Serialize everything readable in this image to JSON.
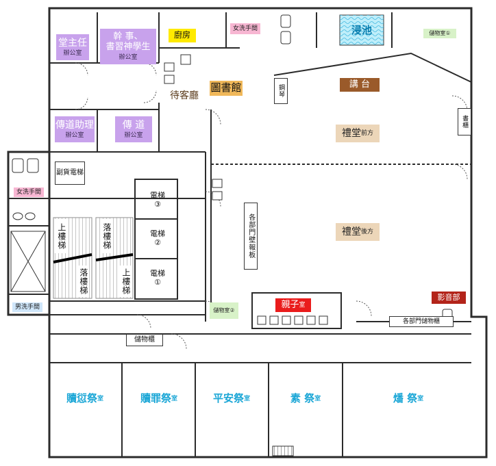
{
  "rooms": {
    "head_pastor_office": {
      "name": "堂主任",
      "sub": "辦公室"
    },
    "staff_office": {
      "name1": "幹 事、",
      "name2": "書習神學生",
      "sub": "辦公室"
    },
    "kitchen": {
      "name": "廚房"
    },
    "womens_restroom_top": {
      "name": "女洗手間"
    },
    "baptism_pool": {
      "name": "浸池"
    },
    "storage_1": {
      "name": "儲物室①"
    },
    "waiting_room": {
      "name": "待客廳"
    },
    "library": {
      "name": "圖書館"
    },
    "piano": {
      "name": "鋼琴"
    },
    "pulpit": {
      "name": "講 台"
    },
    "bookshelf": {
      "name": "書櫃"
    },
    "evangelism_assistant_office": {
      "name": "傳道助理",
      "sub": "辦公室"
    },
    "evangelist_office": {
      "name": "傳 道",
      "sub": "辦公室"
    },
    "auditorium_front": {
      "name": "禮堂",
      "sub": "前方"
    },
    "auxiliary_elevator": {
      "name": "副貨電梯"
    },
    "womens_restroom_left": {
      "name": "女洗手間"
    },
    "elevator_3": {
      "name": "電梯",
      "num": "③"
    },
    "elevator_2": {
      "name": "電梯",
      "num": "②"
    },
    "elevator_1": {
      "name": "電梯",
      "num": "①"
    },
    "stairs_up_left": {
      "name": "上樓梯"
    },
    "stairs_down_left": {
      "name": "落樓梯"
    },
    "stairs_down_right": {
      "name": "落樓梯"
    },
    "stairs_up_right": {
      "name": "上樓梯"
    },
    "bulletin_board": {
      "name": "各部門壁報板"
    },
    "auditorium_back": {
      "name": "禮堂",
      "sub": "後方"
    },
    "mens_restroom": {
      "name": "男洗手間"
    },
    "storage_2": {
      "name": "儲物室②"
    },
    "parent_child_room": {
      "name": "親子",
      "sub": "室"
    },
    "av_dept": {
      "name": "影音部"
    },
    "dept_cabinets": {
      "name": "各部門儲物櫃"
    },
    "storage_cabinet": {
      "name": "儲物櫃"
    },
    "atonement_room": {
      "name": "贖愆祭",
      "sub": "室"
    },
    "sin_offering_room": {
      "name": "贖罪祭",
      "sub": "室"
    },
    "peace_offering_room": {
      "name": "平安祭",
      "sub": "室"
    },
    "grain_offering_room": {
      "name": "素 祭",
      "sub": "室"
    },
    "burnt_offering_room": {
      "name": "燔 祭",
      "sub": "室"
    }
  },
  "colors": {
    "wall": "#2b2b2b",
    "office": "#c8a2ec",
    "service": "#f0b85a",
    "kitchen": "#ffea00",
    "restroom_female": "#f7b6d2",
    "restroom_male": "#cfe6fa",
    "pool": "#bfeefa",
    "storage": "#d8f2c8",
    "auditorium": "#ecd6b9",
    "pulpit": "#9a5a2a",
    "parent_child": "#ea1c1c",
    "av": "#b3241a",
    "offering_text": "#1aa6d6"
  }
}
